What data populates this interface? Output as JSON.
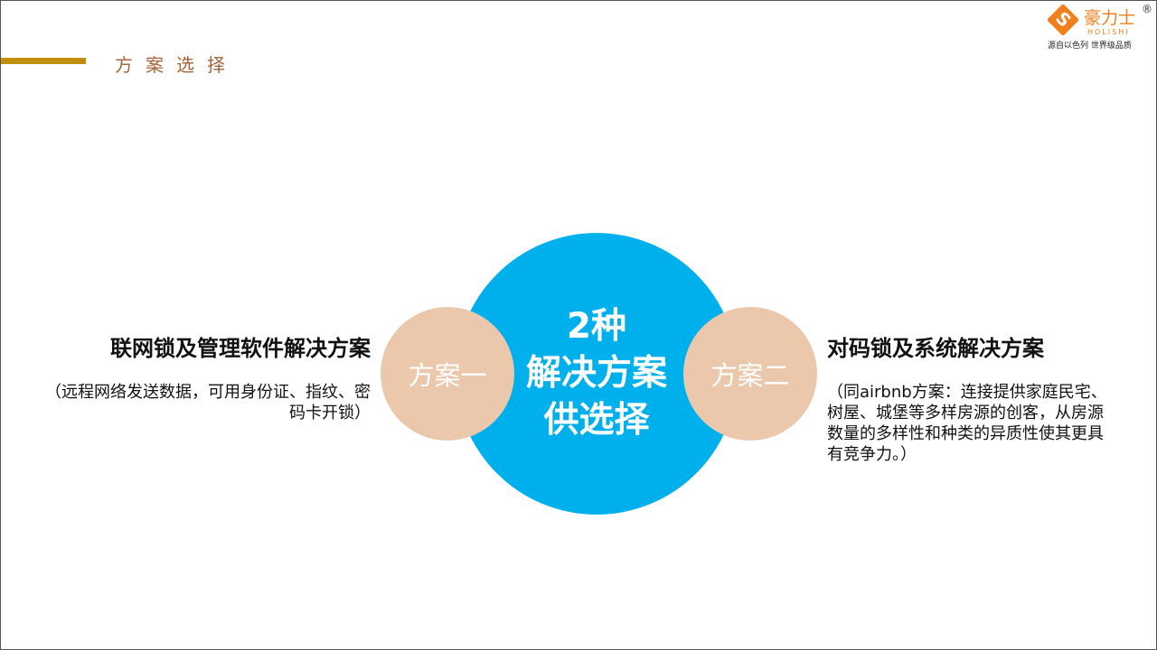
{
  "header": {
    "title": "方案选择"
  },
  "logo": {
    "name_cn": "豪力士",
    "registered": "®",
    "name_en": "HOLISHI",
    "slogan": "源自以色列  世界级品质"
  },
  "center": {
    "lines": [
      "2种",
      "解决方案",
      "供选择"
    ]
  },
  "options": [
    {
      "badge": "方案一",
      "heading": "联网锁及管理软件解决方案",
      "desc_lines": [
        "（远程网络发送数据，可用身份证、指纹、密",
        "码卡开锁）"
      ]
    },
    {
      "badge": "方案二",
      "heading": "对码锁及系统解决方案",
      "desc_lines": [
        "（同airbnb方案：连接提供家庭民宅、",
        "树屋、城堡等多样房源的创客，从房源",
        "数量的多样性和种类的异质性使其更具",
        "有竞争力。）"
      ]
    }
  ]
}
